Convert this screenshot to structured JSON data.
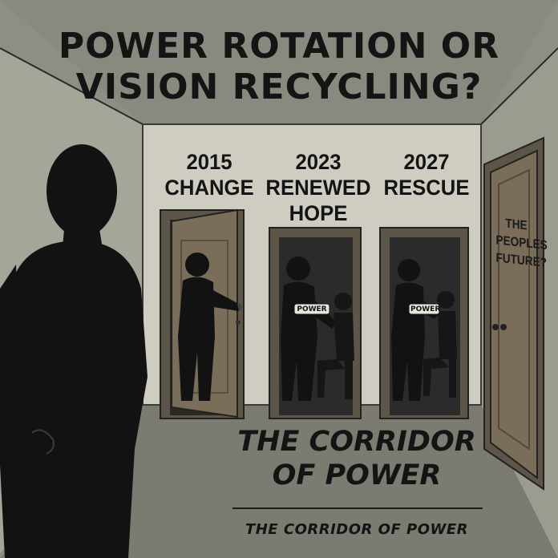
{
  "title": "POWER ROTATION OR VISION RECYCLING?",
  "title_lines": [
    "POWER ROTATION OR",
    "VISION RECYCLING?"
  ],
  "doors": [
    {
      "year": "2015",
      "slogan_lines": [
        "CHANGE"
      ],
      "state": "open"
    },
    {
      "year": "2023",
      "slogan_lines": [
        "RENEWED",
        "HOPE"
      ],
      "sign": "POWER",
      "state": "open"
    },
    {
      "year": "2027",
      "slogan_lines": [
        "RESCUE"
      ],
      "sign": "POWER",
      "state": "open"
    }
  ],
  "right_door": {
    "lines": [
      "THE",
      "PEOPLES",
      "FUTURE?"
    ],
    "state": "closed"
  },
  "corridor_title_lines": [
    "THE CORRIDOR",
    "OF POWER"
  ],
  "footer_caption": "THE CORRIDOR OF POWER",
  "colors": {
    "wall": "#8f8e84",
    "back_wall": "#cfcdc2",
    "door_wood": "#6e6455",
    "silhouette": "#121212",
    "text": "#141414"
  }
}
